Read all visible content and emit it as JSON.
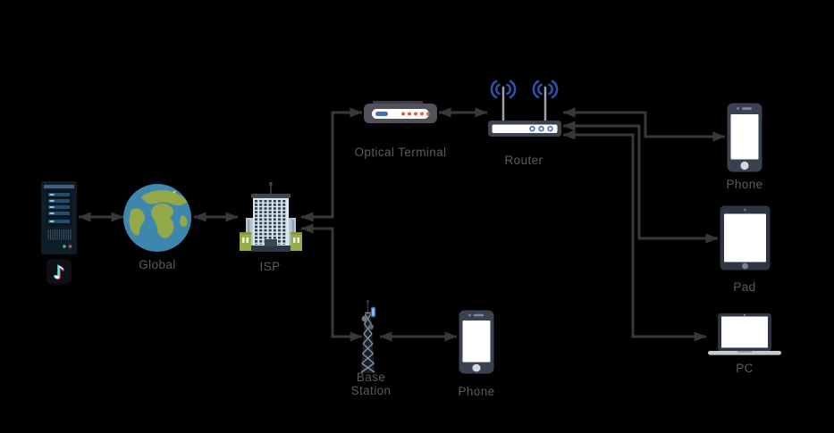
{
  "diagram": {
    "background": "#000000",
    "connector_color": "#383838",
    "label_color": "#5c5c5c",
    "labels": {
      "global": "Global",
      "isp": "ISP",
      "optical_terminal": "Optical Terminal",
      "router": "Router",
      "phone_wifi": "Phone",
      "pad": "Pad",
      "pc": "PC",
      "base_station": "Base Station",
      "phone_cell": "Phone"
    },
    "nodes": [
      {
        "id": "server",
        "icon": "server-icon",
        "label": ""
      },
      {
        "id": "tiktok",
        "icon": "tiktok-icon",
        "label": ""
      },
      {
        "id": "global",
        "icon": "globe-icon",
        "label": "Global"
      },
      {
        "id": "isp",
        "icon": "office-building-icon",
        "label": "ISP"
      },
      {
        "id": "optical_terminal",
        "icon": "optical-modem-icon",
        "label": "Optical Terminal"
      },
      {
        "id": "router",
        "icon": "wifi-router-icon",
        "label": "Router"
      },
      {
        "id": "phone_wifi",
        "icon": "smartphone-icon",
        "label": "Phone"
      },
      {
        "id": "pad",
        "icon": "tablet-icon",
        "label": "Pad"
      },
      {
        "id": "pc",
        "icon": "laptop-icon",
        "label": "PC"
      },
      {
        "id": "base_station",
        "icon": "cell-tower-icon",
        "label": "Base Station"
      },
      {
        "id": "phone_cell",
        "icon": "smartphone-icon",
        "label": "Phone"
      }
    ],
    "connections": [
      {
        "from": "server",
        "to": "global",
        "bidirectional": true
      },
      {
        "from": "global",
        "to": "isp",
        "bidirectional": true
      },
      {
        "from": "isp",
        "to": "optical_terminal",
        "bidirectional": true
      },
      {
        "from": "optical_terminal",
        "to": "router",
        "bidirectional": true
      },
      {
        "from": "router",
        "to": "phone_wifi",
        "bidirectional": true
      },
      {
        "from": "router",
        "to": "pad",
        "bidirectional": true
      },
      {
        "from": "router",
        "to": "pc",
        "bidirectional": true
      },
      {
        "from": "isp",
        "to": "base_station",
        "bidirectional": true
      },
      {
        "from": "base_station",
        "to": "phone_cell",
        "bidirectional": true
      }
    ]
  }
}
